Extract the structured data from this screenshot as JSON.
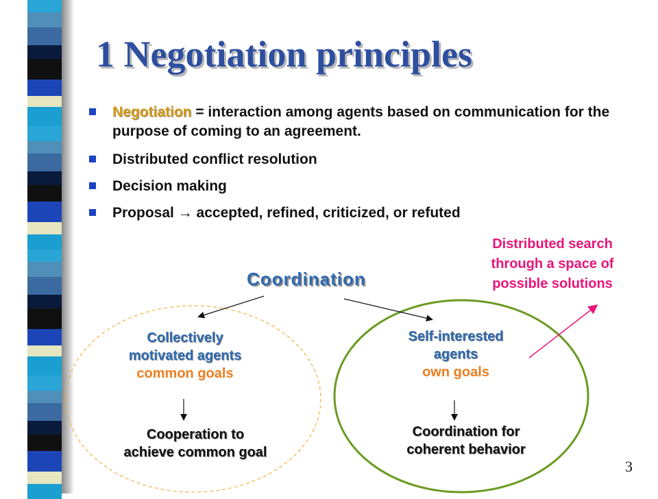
{
  "slide": {
    "title": "1 Negotiation principles",
    "page_number": "3"
  },
  "bullets": {
    "b1_term": "Negotiation",
    "b1_rest": " = interaction among agents based on communication for the purpose of coming to an agreement.",
    "b2": "Distributed conflict resolution",
    "b3": "Decision making",
    "b4_start": "Proposal ",
    "b4_arrow": "→",
    "b4_end": " accepted, refined, criticized, or refuted"
  },
  "annotation": {
    "line1": "Distributed search",
    "line2": "through a space of",
    "line3": "possible solutions"
  },
  "diagram": {
    "root": "Coordination",
    "left": {
      "line1": "Collectively",
      "line2": "motivated agents",
      "goal": "common goals",
      "result_line1": "Cooperation to",
      "result_line2": "achieve common goal"
    },
    "right": {
      "line1": "Self-interested",
      "line2": "agents",
      "goal": "own goals",
      "result_line1": "Coordination for",
      "result_line2": "coherent behavior"
    }
  },
  "colors": {
    "title": "#2e4fa0",
    "bullet_marker": "#1a44c4",
    "highlight_term": "#d49a12",
    "annotation": "#e8157a",
    "diagram_heading": "#2e6ab0",
    "goal_text": "#ee7d1f",
    "left_ellipse": "#f0b040",
    "right_ellipse": "#6a9a20"
  }
}
